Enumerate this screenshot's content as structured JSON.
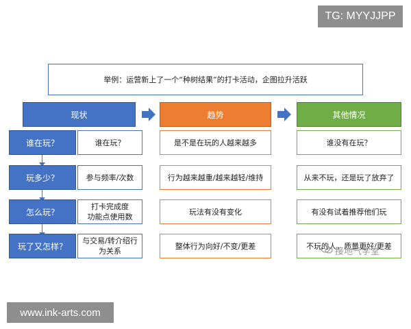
{
  "watermarks": {
    "tg": "TG: MYYJJPP",
    "url": "www.ink-arts.com",
    "logo_icon": "chat-bubble-icon",
    "logo_text": "接地气学堂"
  },
  "example": "举例：运营新上了一个“种树结果”的打卡活动，企图拉升活跃",
  "headers": [
    "现状",
    "趋势",
    "其他情况"
  ],
  "rows": [
    {
      "label": "谁在玩？",
      "status": "谁在玩？",
      "trend": "是不是在玩的人越来越多",
      "other": "谁没有在玩？"
    },
    {
      "label": "玩多少？",
      "status": "参与频率/次数",
      "trend": "行为越来越重/越来越轻/维持",
      "other": "从来不玩，还是玩了放弃了"
    },
    {
      "label": "怎么玩？",
      "status": "打卡完成度\n功能点使用数",
      "trend": "玩法有没有变化",
      "other": "有没有试着推荐他们玩"
    },
    {
      "label": "玩了又怎样？",
      "status": "与交易/转介绍行\n为关系",
      "trend": "整体行为向好/不变/更差",
      "other": "不玩的人，质量更好/更差"
    }
  ],
  "colors": {
    "blue": "#4472c4",
    "orange": "#ed7d31",
    "green": "#70ad47",
    "arrow": "#4472c4"
  }
}
